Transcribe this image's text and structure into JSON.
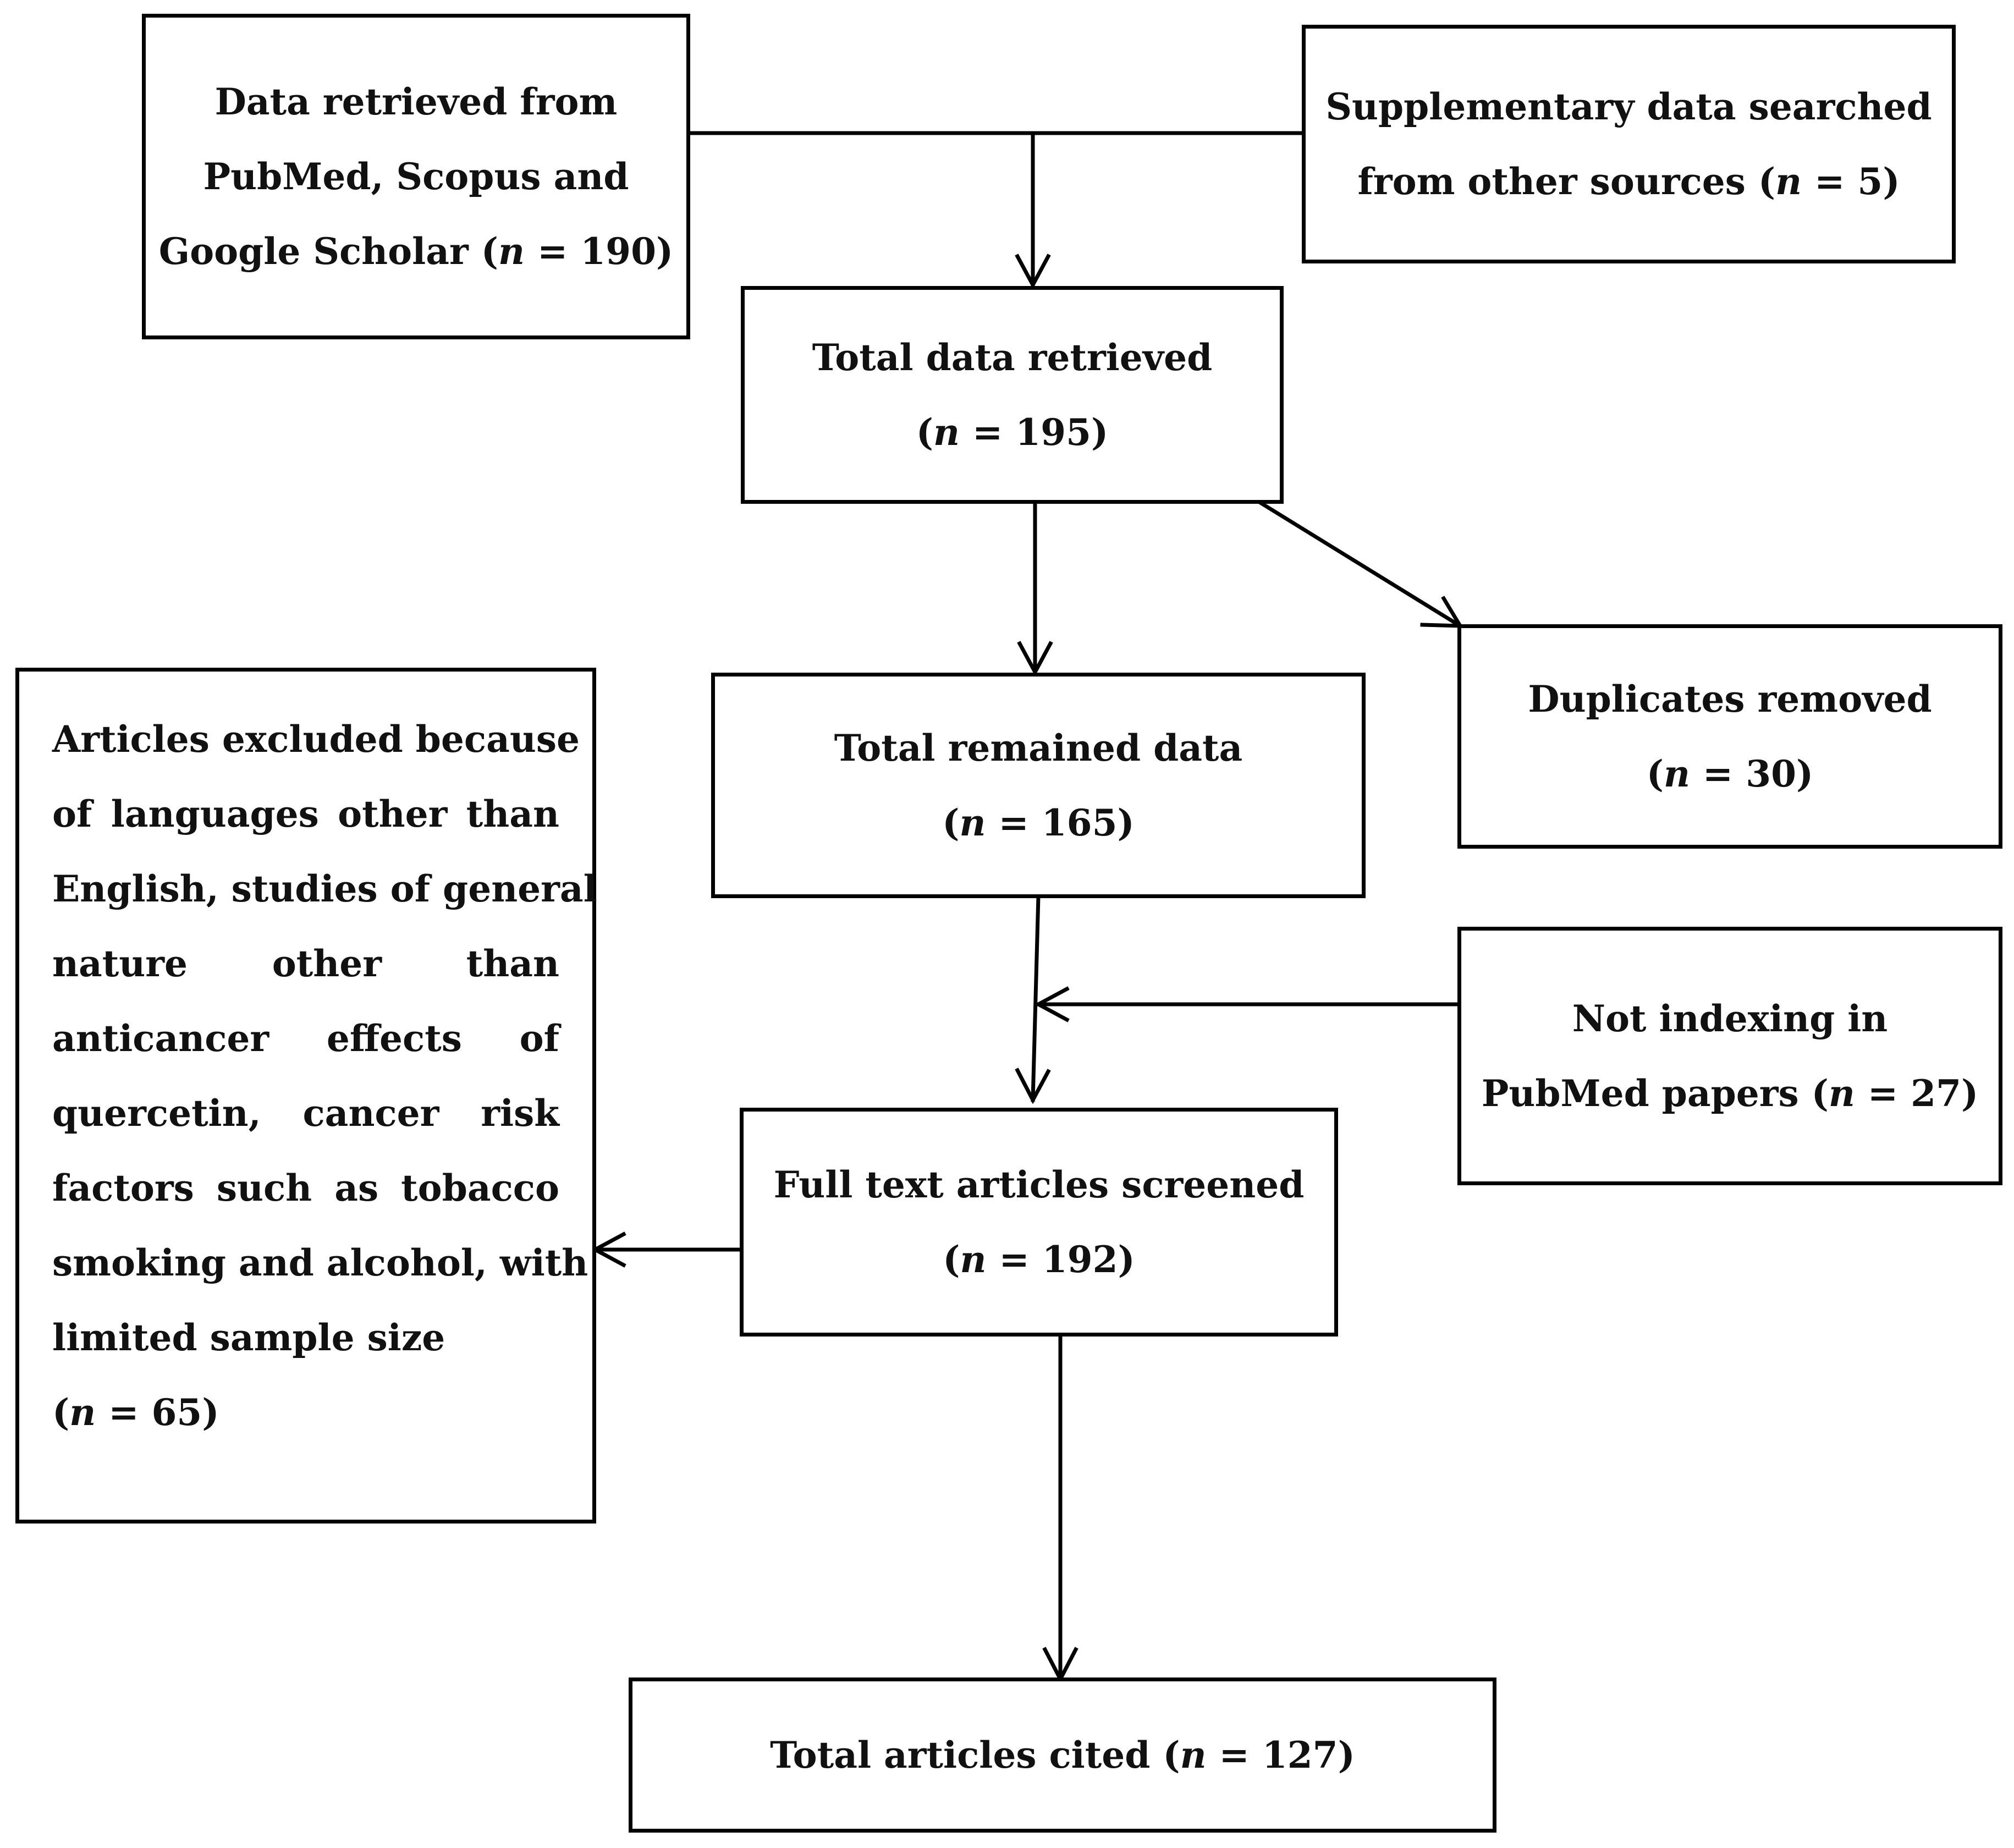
{
  "diagram": {
    "nodes": {
      "pubmed_sources": {
        "lines": [
          "Data retrieved from",
          "PubMed, Scopus and"
        ],
        "last_prefix": "Google Scholar (",
        "n_var": "n",
        "last_suffix": " = 190)"
      },
      "supplementary": {
        "lines": [
          "Supplementary data searched"
        ],
        "last_prefix": "from other sources (",
        "n_var": "n",
        "last_suffix": " = 5)"
      },
      "total_retrieved": {
        "lines": [
          "Total data retrieved"
        ],
        "last_prefix": "(",
        "n_var": "n",
        "last_suffix": " = 195)"
      },
      "duplicates": {
        "lines": [
          "Duplicates removed"
        ],
        "last_prefix": "(",
        "n_var": "n",
        "last_suffix": " = 30)"
      },
      "remained": {
        "lines": [
          "Total remained data"
        ],
        "last_prefix": "(",
        "n_var": "n",
        "last_suffix": " = 165)"
      },
      "not_indexing": {
        "lines": [
          "Not indexing in"
        ],
        "last_prefix": "PubMed papers (",
        "n_var": "n",
        "last_suffix": " = 27)"
      },
      "screened": {
        "lines": [
          "Full text articles screened"
        ],
        "last_prefix": "(",
        "n_var": "n",
        "last_suffix": " = 192)"
      },
      "excluded": {
        "lines": [
          "Articles excluded because",
          "of languages other than",
          "English, studies of general",
          "nature other than",
          "anticancer effects of",
          "quercetin, cancer risk",
          "factors such as tobacco",
          "smoking and alcohol, with",
          "limited sample size"
        ],
        "last_prefix": "(",
        "n_var": "n",
        "last_suffix": " = 65)"
      },
      "cited": {
        "lines": [],
        "last_prefix": "Total articles cited (",
        "n_var": "n",
        "last_suffix": " = 127)"
      }
    },
    "edges": [
      {
        "from": "pubmed_sources",
        "to": "total_retrieved"
      },
      {
        "from": "supplementary",
        "to": "total_retrieved"
      },
      {
        "from": "total_retrieved",
        "to": "remained"
      },
      {
        "from": "total_retrieved",
        "to": "duplicates"
      },
      {
        "from": "remained",
        "to": "screened"
      },
      {
        "from": "not_indexing",
        "to": "screened"
      },
      {
        "from": "screened",
        "to": "excluded"
      },
      {
        "from": "screened",
        "to": "cited"
      }
    ]
  }
}
